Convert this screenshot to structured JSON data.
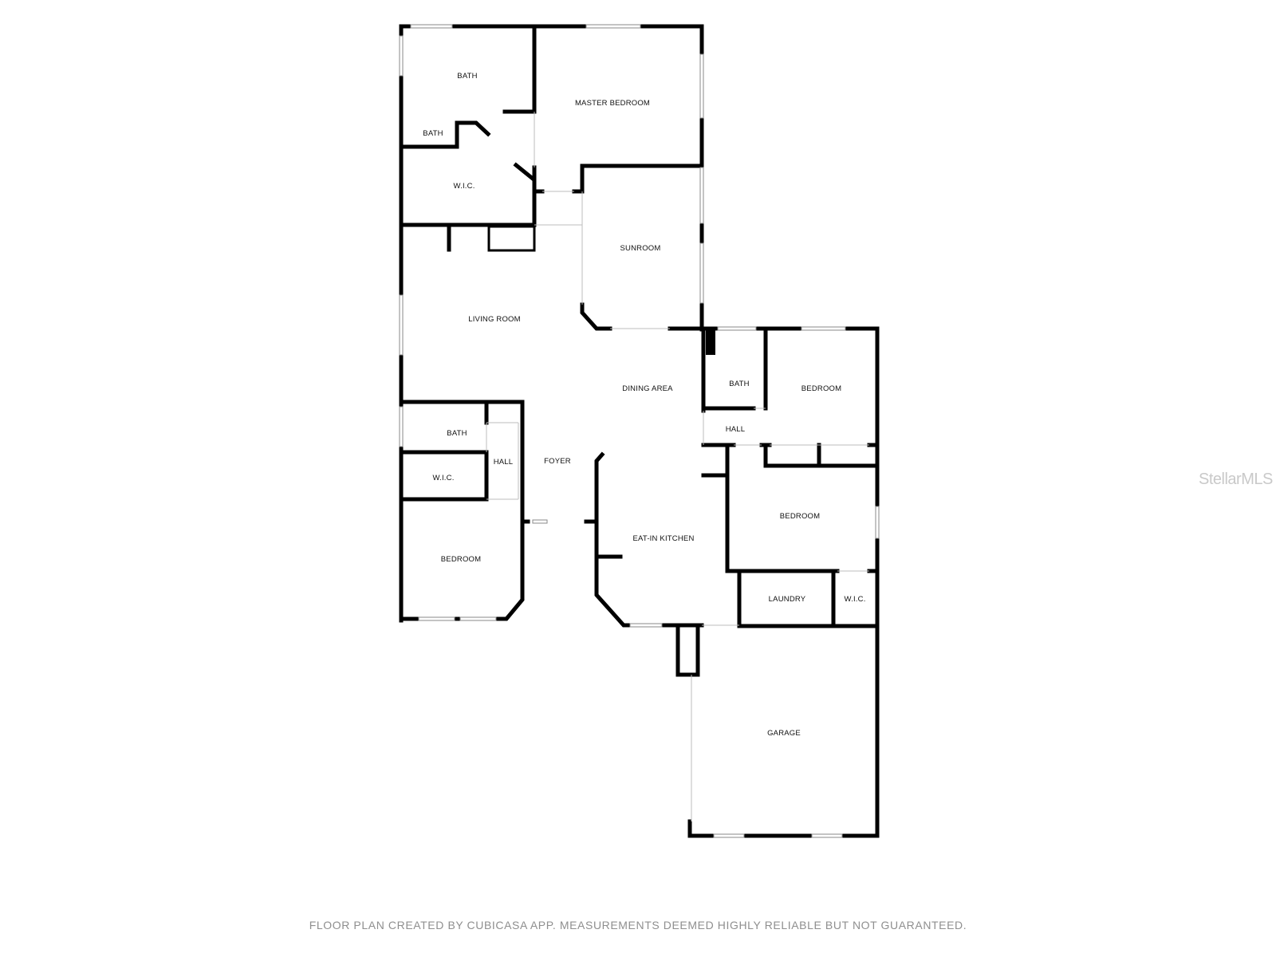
{
  "rooms": {
    "bath_master": "BATH",
    "master_bedroom": "MASTER BEDROOM",
    "bath_small": "BATH",
    "wic_master": "W.I.C.",
    "sunroom": "SUNROOM",
    "living_room": "LIVING ROOM",
    "dining_area": "DINING AREA",
    "bath_east": "BATH",
    "bedroom_east": "BEDROOM",
    "hall_east": "HALL",
    "bath_west": "BATH",
    "hall_west": "HALL",
    "foyer": "FOYER",
    "wic_west": "W.I.C.",
    "bedroom_middle": "BEDROOM",
    "eat_in_kitchen": "EAT-IN KITCHEN",
    "bedroom_west": "BEDROOM",
    "laundry": "LAUNDRY",
    "wic_east": "W.I.C.",
    "garage": "GARAGE"
  },
  "footer_note": "FLOOR PLAN CREATED BY CUBICASA APP. MEASUREMENTS DEEMED HIGHLY RELIABLE BUT NOT GUARANTEED.",
  "watermark": "StellarMLS",
  "colors": {
    "wall": "#000000",
    "background": "#ffffff",
    "footer_text": "#8f8f8f",
    "watermark": "#c9c9c9"
  }
}
